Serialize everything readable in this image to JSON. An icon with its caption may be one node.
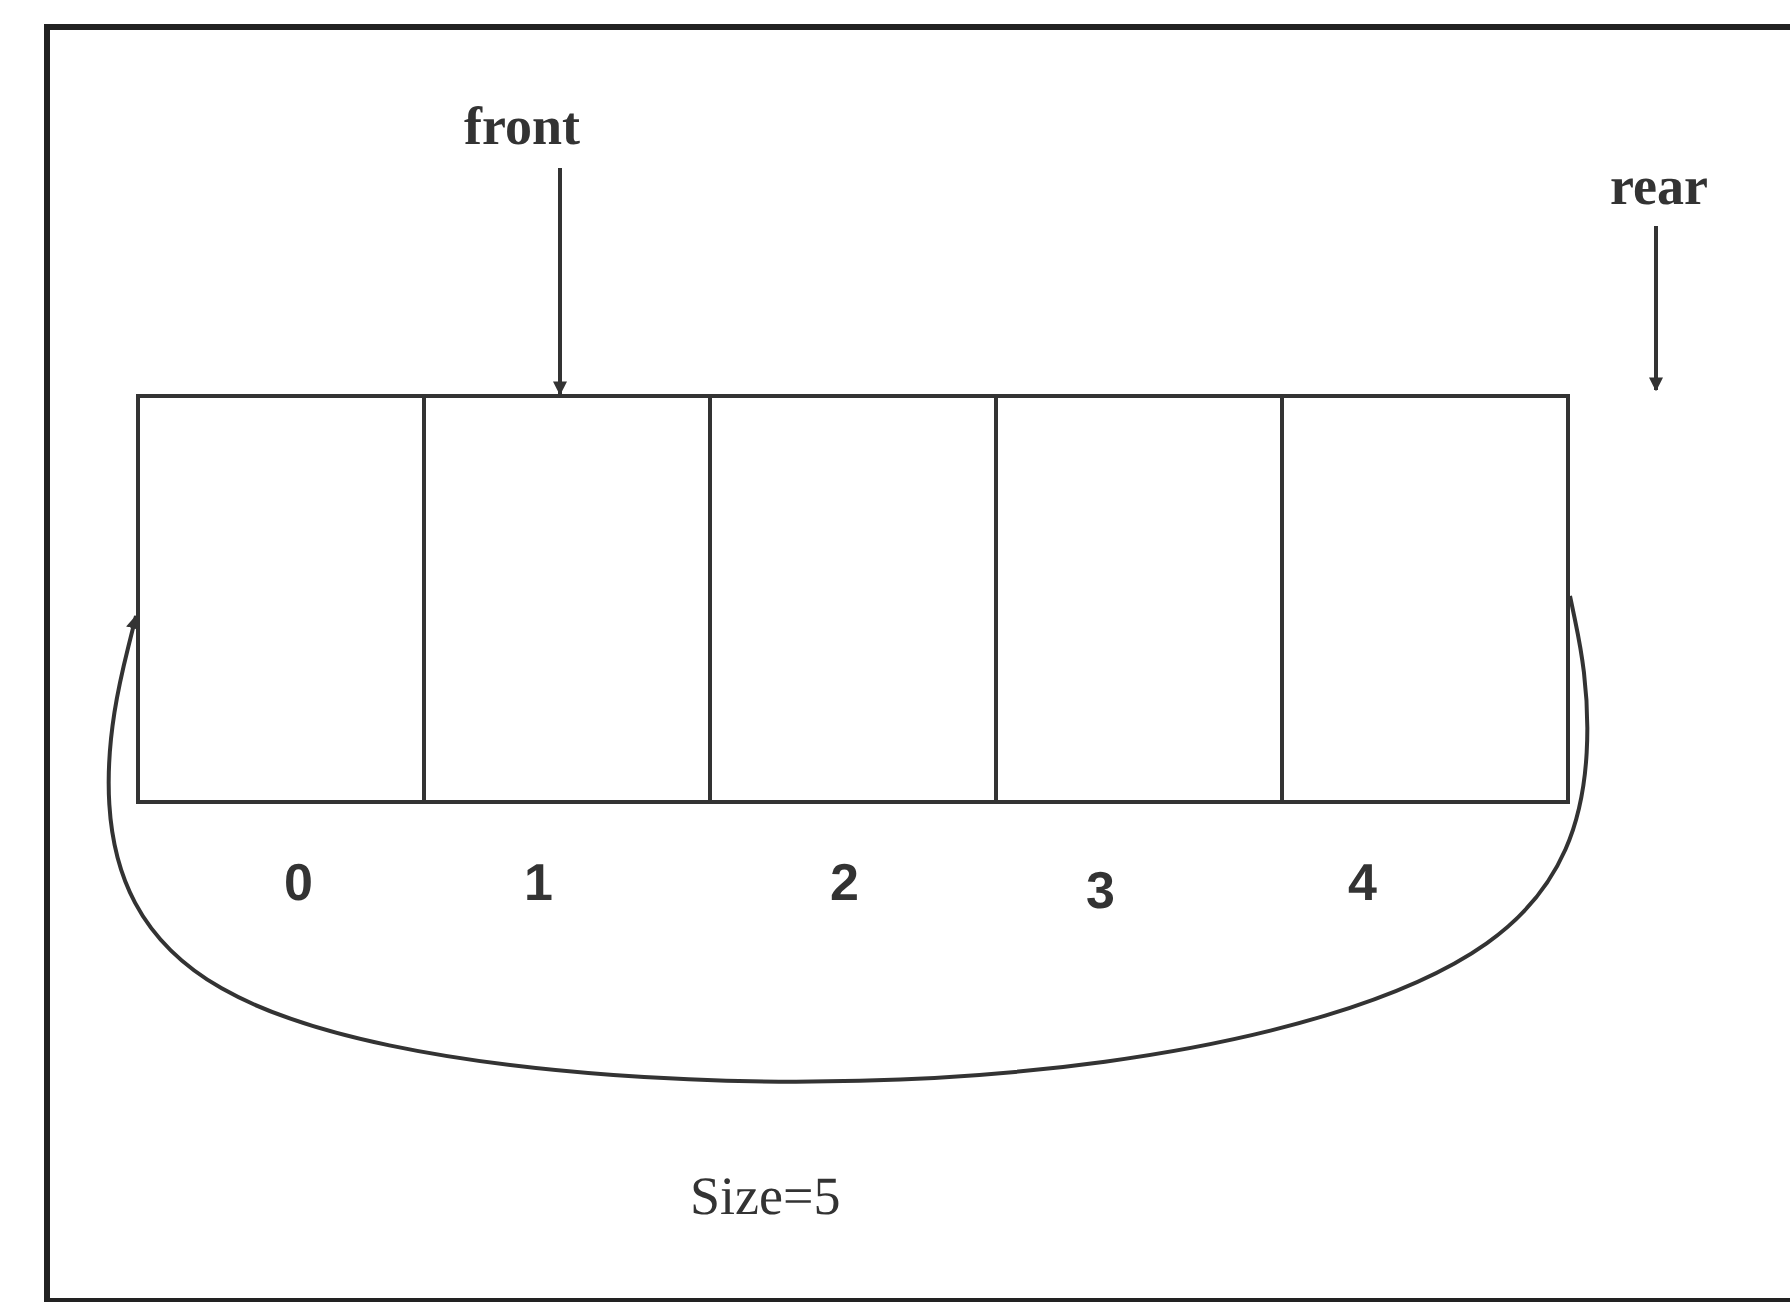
{
  "diagram": {
    "nodes": [
      {
        "text": [
          "front"
        ]
      },
      {
        "text": [
          "rear"
        ]
      },
      {
        "text": [],
        "shape": "box",
        "beside": [
          "0"
        ]
      },
      {
        "text": [],
        "shape": "box",
        "beside": [
          "1"
        ]
      },
      {
        "text": [],
        "shape": "box",
        "beside": [
          "2"
        ]
      },
      {
        "text": [],
        "shape": "box",
        "beside": [
          "3"
        ]
      },
      {
        "text": [],
        "shape": "box",
        "beside": [
          "4"
        ]
      }
    ],
    "edges": [
      {
        "from": 0,
        "to": 3,
        "arrow": "to"
      },
      {
        "from": 1,
        "to": null,
        "arrow": "to"
      },
      {
        "from": 6,
        "to": 2,
        "arrow": "to"
      }
    ],
    "labels": [
      "Size=5"
    ]
  }
}
